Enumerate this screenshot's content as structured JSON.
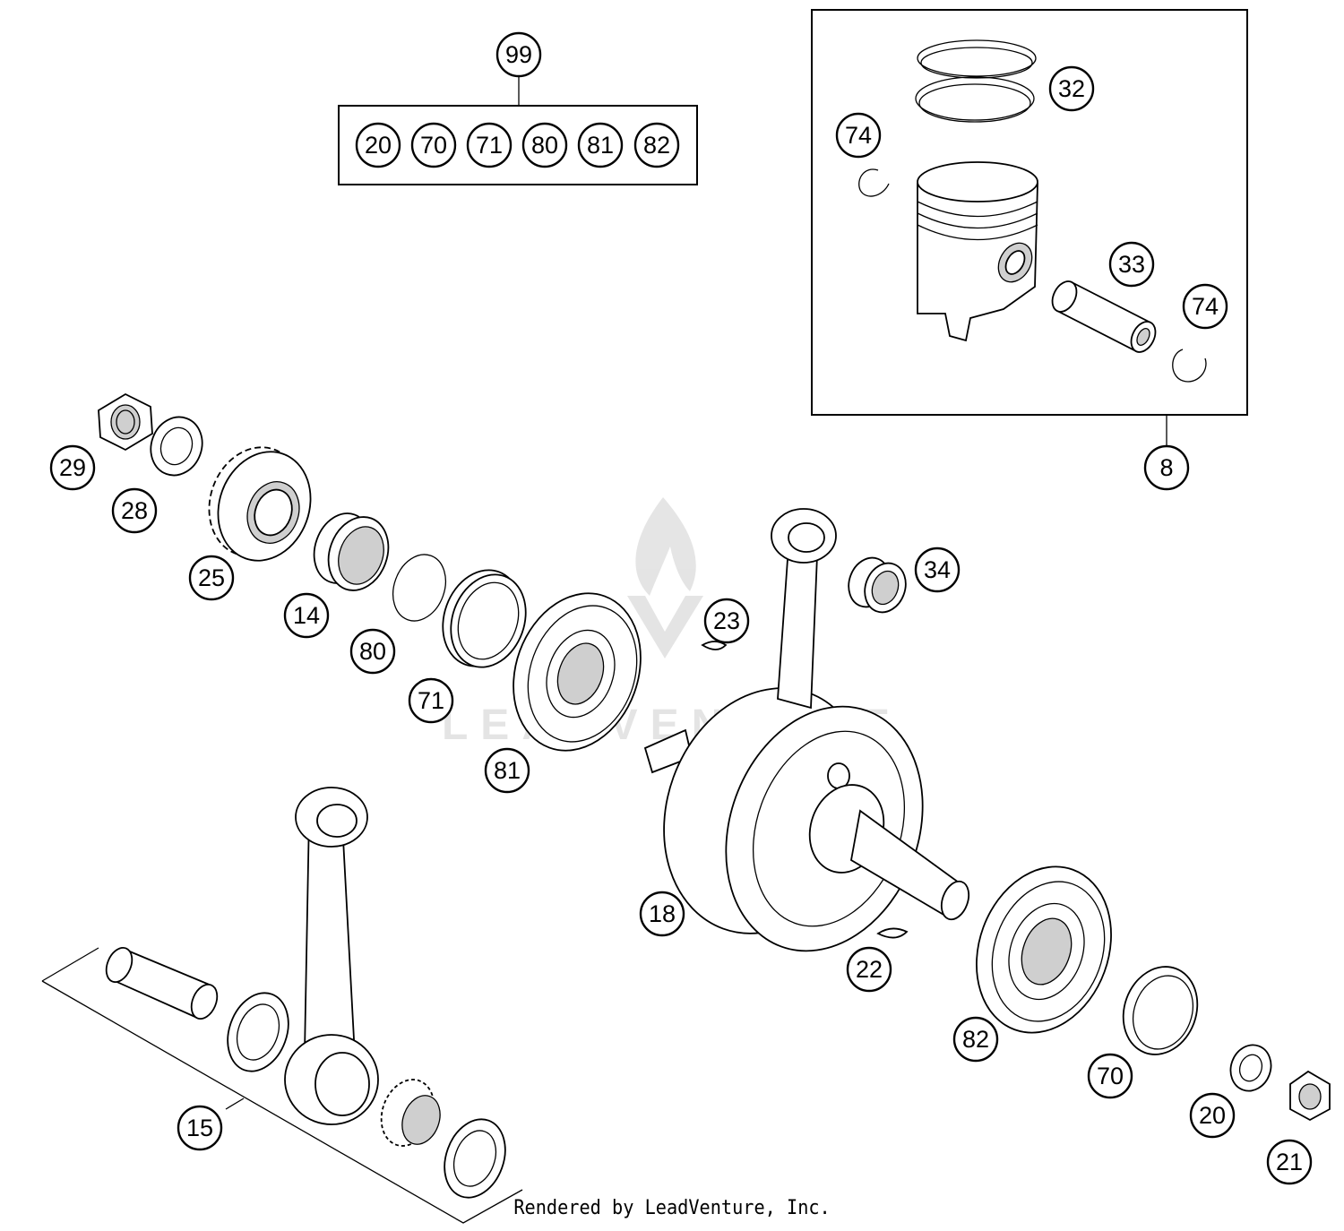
{
  "diagram": {
    "watermark": "LEADVENTURE",
    "footer": "Rendered by LeadVenture, Inc.",
    "kit_99": {
      "label": "99",
      "contents": [
        "20",
        "70",
        "71",
        "80",
        "81",
        "82"
      ]
    },
    "piston_kit": {
      "label": "8",
      "contents": [
        "32",
        "33",
        "74",
        "74"
      ]
    },
    "conrod_kit": {
      "label": "15"
    },
    "callouts": [
      "29",
      "28",
      "25",
      "14",
      "80",
      "71",
      "81",
      "23",
      "34",
      "18",
      "22",
      "82",
      "70",
      "20",
      "21",
      "15",
      "32",
      "33",
      "74",
      "74",
      "8",
      "99"
    ]
  },
  "colors": {
    "line": "#000000",
    "background": "#ffffff",
    "watermark": "#9e9e9e"
  }
}
